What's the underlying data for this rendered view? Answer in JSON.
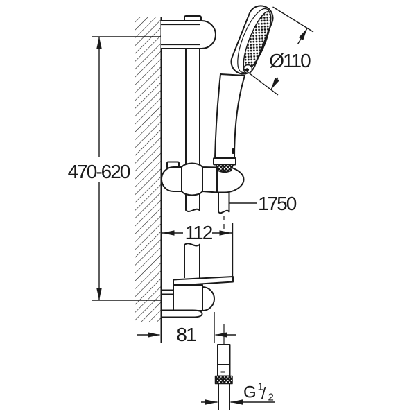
{
  "figure": {
    "description": "Technical line drawing: wall-mounted shower rail set with hand shower, side view with dimensions",
    "background_color": "#ffffff",
    "line_color": "#1a1a1a"
  },
  "dimensions": {
    "rail_height_range": "470-620",
    "head_diameter": "Ø110",
    "hose_length": "1750",
    "holder_depth": "112",
    "wall_offset": "81",
    "thread": {
      "letter": "G",
      "numerator": "1",
      "slash": "/",
      "denominator": "2"
    }
  }
}
